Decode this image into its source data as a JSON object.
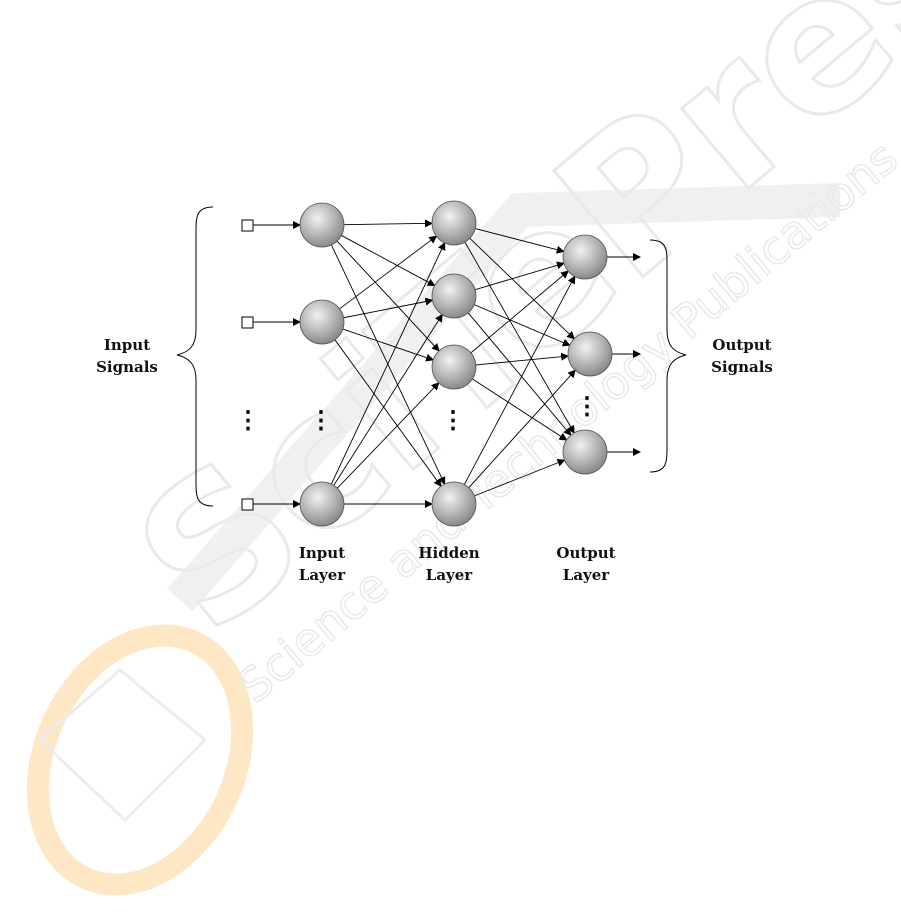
{
  "labels": {
    "input_signals_1": "Input",
    "input_signals_2": "Signals",
    "output_signals_1": "Output",
    "output_signals_2": "Signals",
    "input_layer_1": "Input",
    "input_layer_2": "Layer",
    "hidden_layer_1": "Hidden",
    "hidden_layer_2": "Layer",
    "output_layer_1": "Output",
    "output_layer_2": "Layer"
  },
  "watermark": {
    "brand": "SciTePress",
    "tagline": "Science and Technology Publications"
  },
  "network": {
    "input_nodes_drawn": 3,
    "hidden_nodes_drawn": 4,
    "output_nodes_drawn": 3,
    "ellipsis": "⋮",
    "colors": {
      "node_light": "#f2f2f2",
      "node_dark": "#8a8a8a",
      "edge": "#000000",
      "watermark_gray": "#e6e6e6",
      "watermark_orange": "#fde7c4"
    }
  }
}
